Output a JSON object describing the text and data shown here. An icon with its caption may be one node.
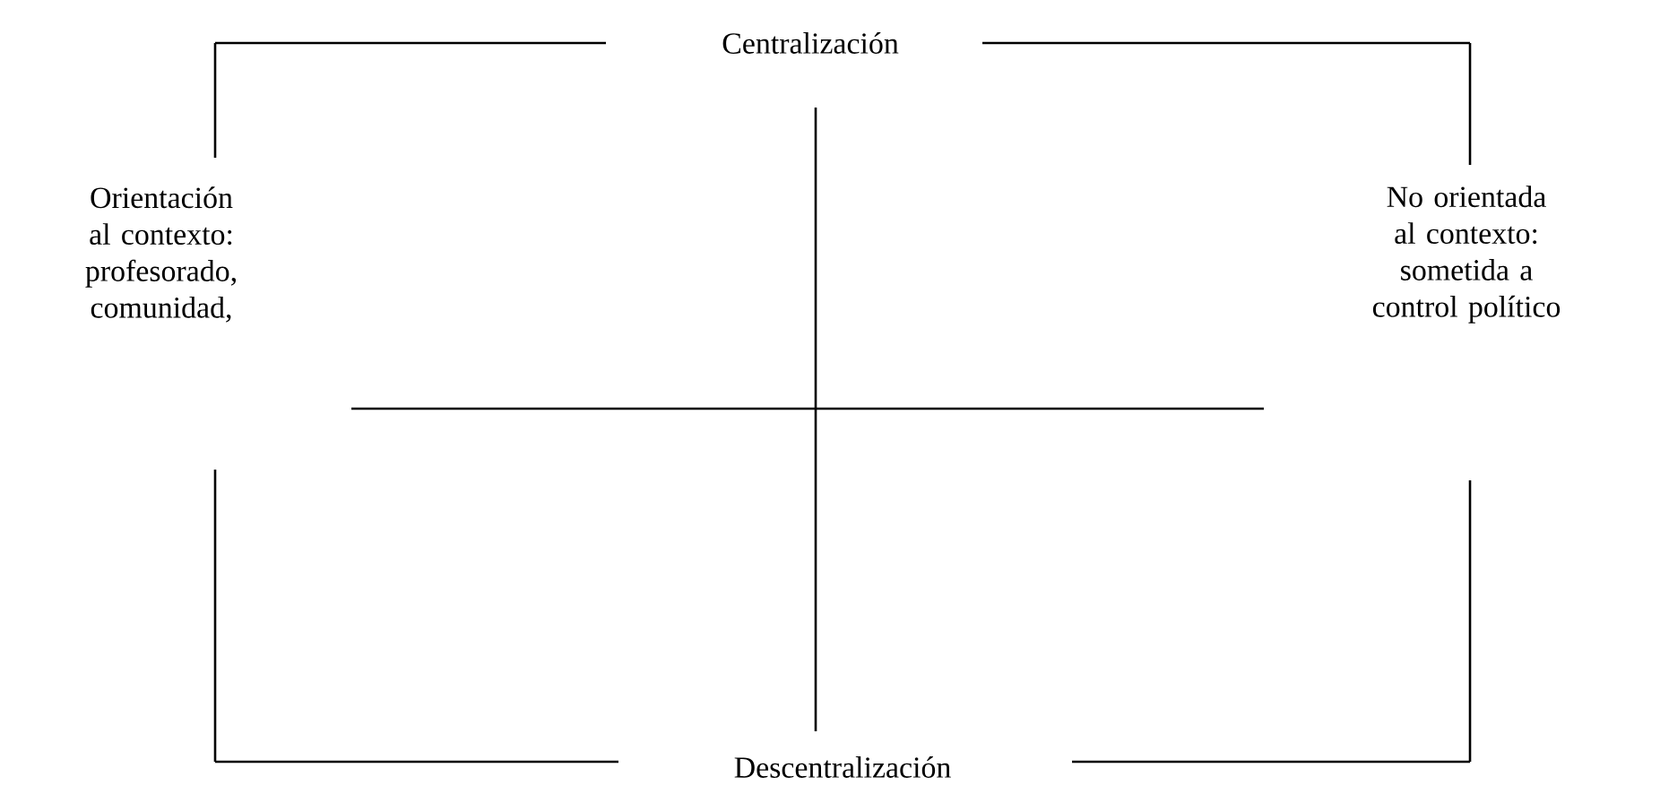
{
  "diagram": {
    "labels": [
      "Centralización",
      "Orientación al contexto: profesorado, comunidad,",
      "No orientada al contexto: sometida a control político",
      "Descentralización"
    ]
  }
}
